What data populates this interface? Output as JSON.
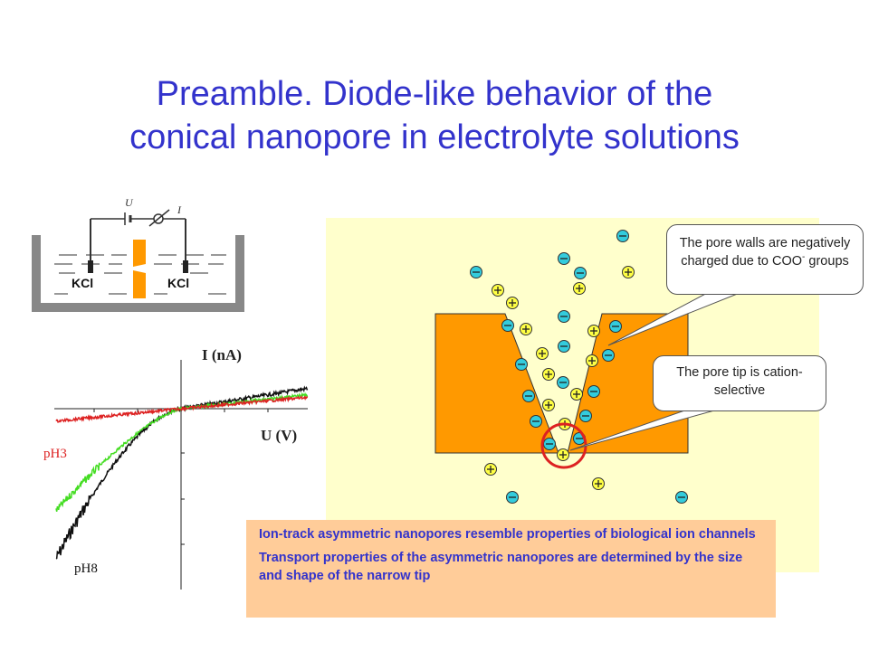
{
  "slide": {
    "title_line1": "Preamble. Diode-like behavior of the",
    "title_line2": "conical nanopore in electrolyte solutions"
  },
  "setup_diagram": {
    "voltage_label": "U",
    "current_label": "I",
    "left_solution": "KCl",
    "right_solution": "KCl"
  },
  "pore_diagram": {
    "callout_walls_text1": "The pore walls are negatively charged due to COO",
    "callout_walls_superscript": "-",
    "callout_walls_text2": " groups",
    "callout_tip_text": "The pore tip is cation-selective",
    "colors": {
      "panel": "#ffffcc",
      "membrane": "#ff9900",
      "cation": "#ffff44",
      "anion": "#33ccdd",
      "highlight": "#dd2222"
    }
  },
  "iv_curve": {
    "ylabel": "I (nA)",
    "xlabel": "U (V)",
    "series_ph3": "pH3",
    "series_ph8": "pH8",
    "colors": {
      "ph3": "#dd2222",
      "ph8": "#111111",
      "mid": "#44dd22"
    }
  },
  "infobox": {
    "line1": "Ion-track asymmetric nanopores resemble properties of biological ion channels",
    "line2": "Transport properties of the asymmetric nanopores are determined by the size and shape of the narrow tip"
  }
}
